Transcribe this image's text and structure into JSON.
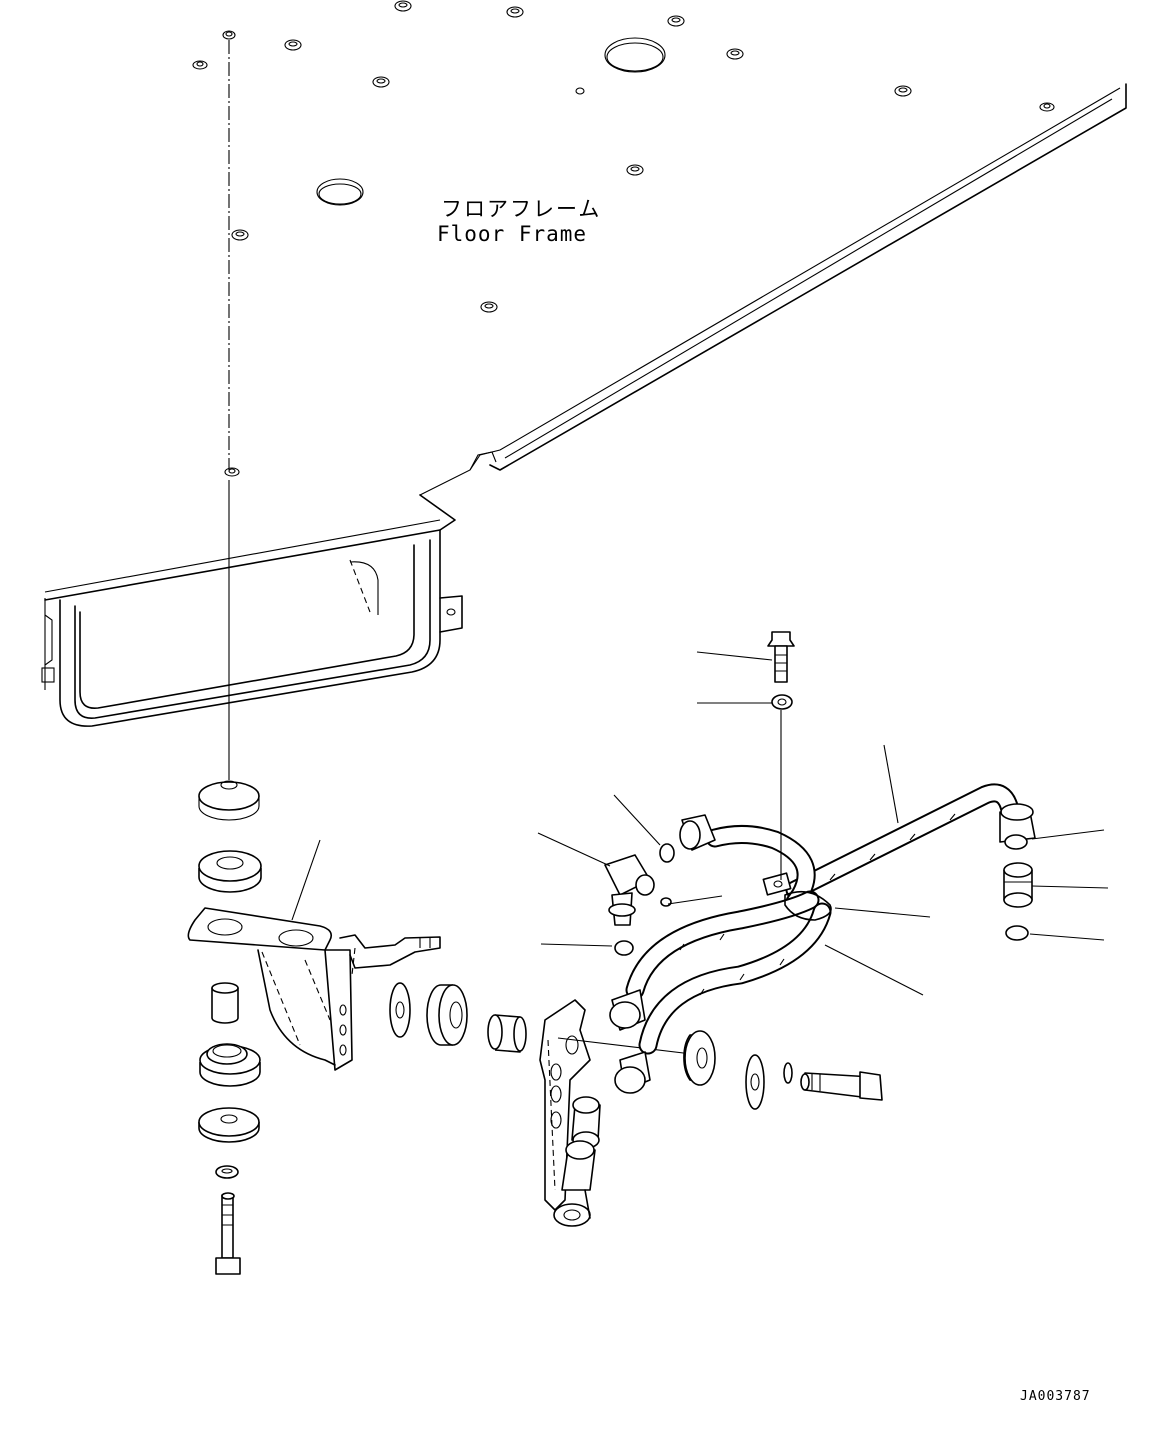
{
  "labels": {
    "floor_frame_jp": "フロアフレーム",
    "floor_frame_en": "Floor Frame",
    "drawing_code": "JA003787"
  },
  "colors": {
    "line": "#000000",
    "background": "#ffffff"
  }
}
